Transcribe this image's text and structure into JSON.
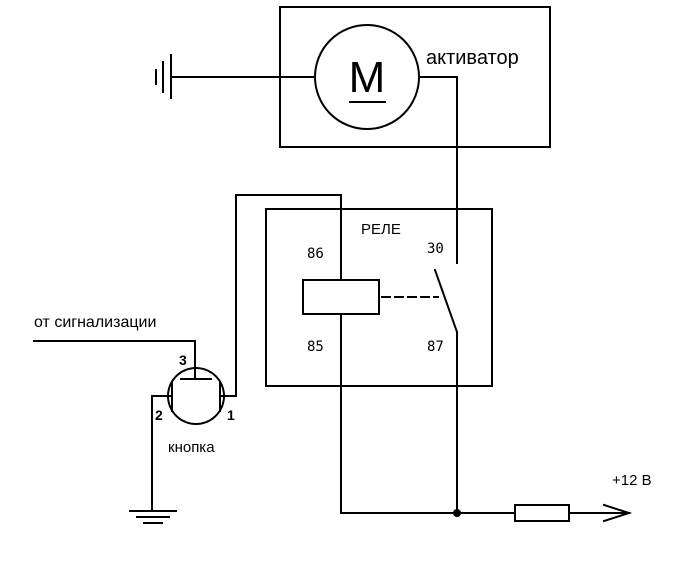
{
  "labels": {
    "activator": "активатор",
    "motor_letter": "М",
    "relay": "РЕЛЕ",
    "pin_86": "86",
    "pin_85": "85",
    "pin_30": "30",
    "pin_87": "87",
    "alarm_source": "от сигнализации",
    "button": "кнопка",
    "btn_pin_1": "1",
    "btn_pin_2": "2",
    "btn_pin_3": "3",
    "supply": "+12 В"
  },
  "colors": {
    "line": "#000000",
    "background": "#ffffff"
  }
}
